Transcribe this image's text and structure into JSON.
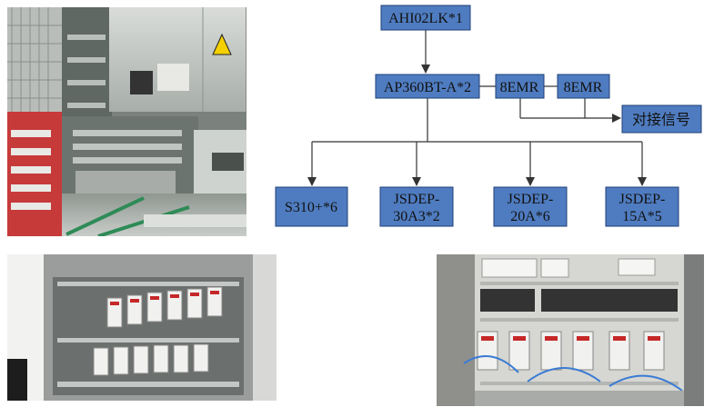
{
  "diagram": {
    "colors": {
      "box_fill": "#4f7cc0",
      "box_stroke": "#1f3f77",
      "line": "#333333"
    },
    "nodes": {
      "ahi02lk": "AHI02LK*1",
      "ap360bt": "AP360BT-A*2",
      "emr_1": "8EMR",
      "emr_2": "8EMR",
      "connect": "对接信号",
      "s310": "S310+*6",
      "jsdep30_l1": "JSDEP-",
      "jsdep30_l2": "30A3*2",
      "jsdep20_l1": "JSDEP-",
      "jsdep20_l2": "20A*6",
      "jsdep15_l1": "JSDEP-",
      "jsdep15_l2": "15A*5"
    }
  }
}
